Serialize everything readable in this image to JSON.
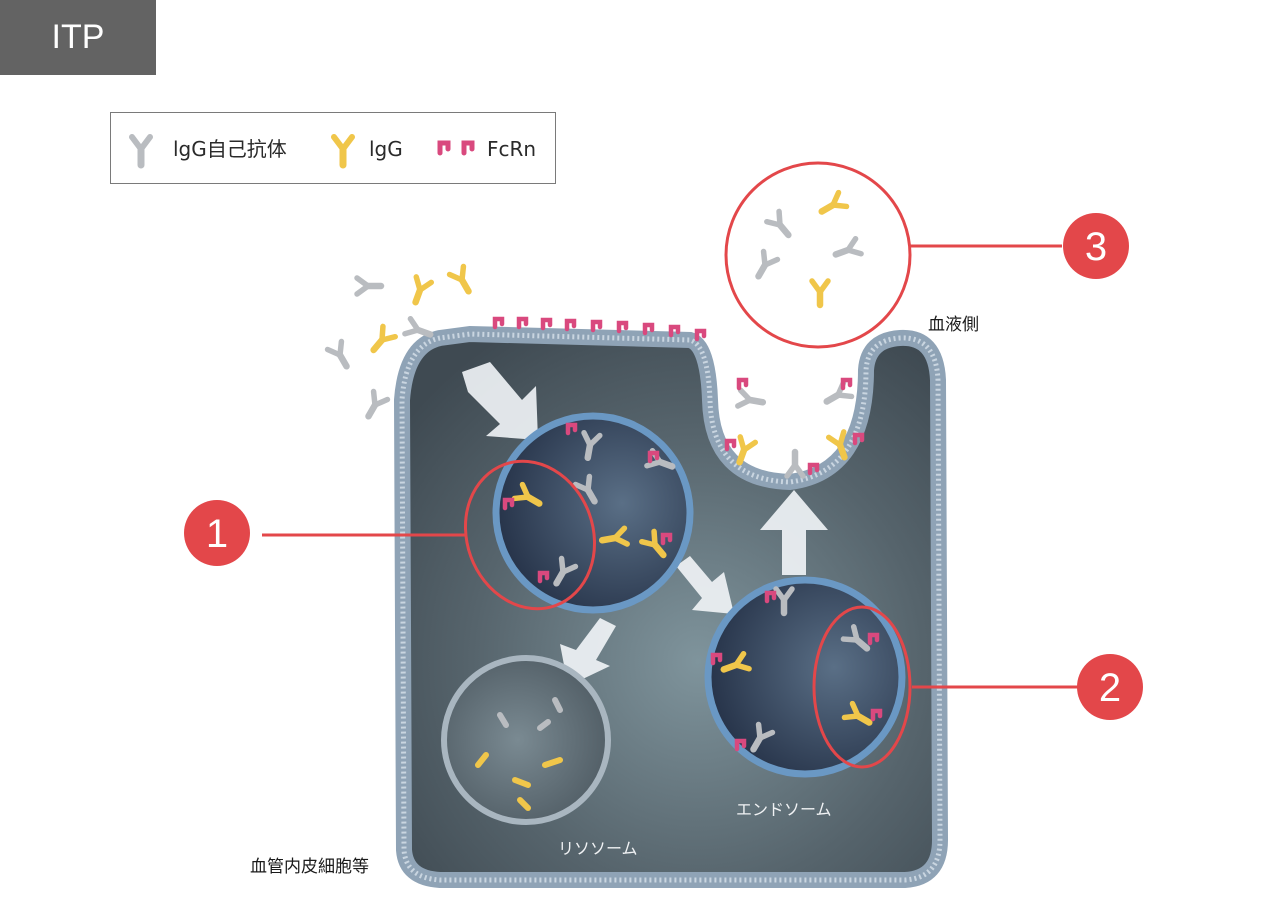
{
  "tag": "ITP",
  "legend": {
    "autoantibody": "lgG自己抗体",
    "igg": "lgG",
    "fcrn": "FcRn"
  },
  "labels": {
    "blood_side": "血液側",
    "cell": "血管内皮細胞等",
    "endosome": "エンドソーム",
    "lysosome": "リソソーム"
  },
  "markers": [
    "1",
    "2",
    "3"
  ],
  "colors": {
    "autoantibody": "#b9bcc0",
    "igg": "#f0c64a",
    "fcrn": "#d9497e",
    "marker": "#e3474a",
    "membrane": "#8fa3b6",
    "cytoplasm": "#4d5a63"
  }
}
